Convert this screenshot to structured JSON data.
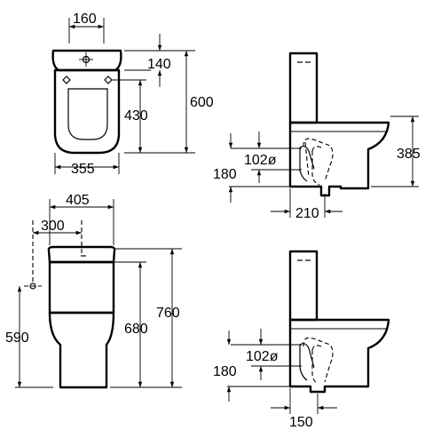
{
  "drawing": {
    "dimensions": {
      "tank_hole_width": "160",
      "tank_depth": "140",
      "overall_depth": "600",
      "bowl_depth": "430",
      "bowl_width": "355",
      "side_height": "385",
      "outlet_diameter_top": "102ø",
      "outlet_height_top": "180",
      "outlet_offset_top": "210",
      "tank_width": "405",
      "tank_offset": "300",
      "inlet_height": "590",
      "seat_height": "680",
      "overall_height": "760",
      "outlet_diameter_bottom": "102ø",
      "outlet_height_bottom": "180",
      "outlet_offset_bottom": "150"
    }
  }
}
